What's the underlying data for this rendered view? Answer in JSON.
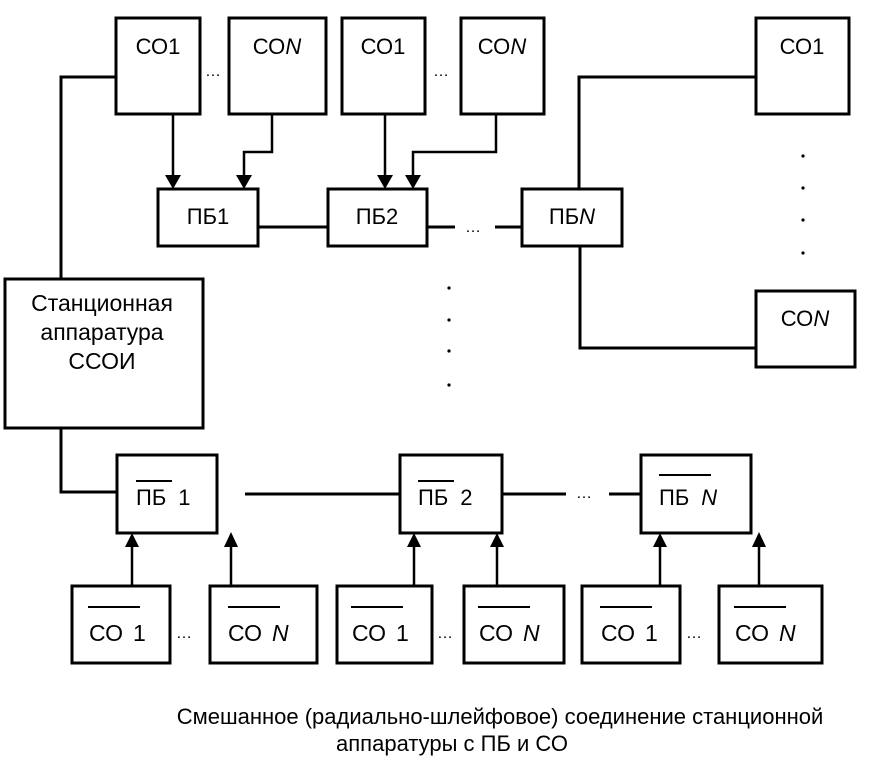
{
  "diagram": {
    "title": "Смешанное (радиально-шлейфовое) соединение станционной аппаратуры с ПБ и СО",
    "caption_line1": "Смешанное (радиально-шлейфовое) соединение станционной",
    "caption_line2": "аппаратуры с ПБ и СО",
    "station": {
      "line1": "Станционная",
      "line2": "аппаратура",
      "line3": "ССОИ"
    },
    "ellipsis": "…",
    "top_co": [
      {
        "prefix": "СО",
        "suffix": "1",
        "suffix_italic": false
      },
      {
        "prefix": "СО",
        "suffix": "N",
        "suffix_italic": true
      },
      {
        "prefix": "СО",
        "suffix": "1",
        "suffix_italic": false
      },
      {
        "prefix": "СО",
        "suffix": "N",
        "suffix_italic": true
      },
      {
        "prefix": "СО",
        "suffix": "1",
        "suffix_italic": false
      }
    ],
    "right_co_last": {
      "prefix": "СО",
      "suffix": "N",
      "suffix_italic": true
    },
    "top_pb": [
      {
        "prefix": "ПБ",
        "suffix": "1",
        "suffix_italic": false
      },
      {
        "prefix": "ПБ",
        "suffix": "2",
        "suffix_italic": false
      },
      {
        "prefix": "ПБ",
        "suffix": "N",
        "suffix_italic": true
      }
    ],
    "bottom_pb": [
      {
        "prefix": "ПБ",
        "suffix": "1",
        "suffix_italic": false,
        "overlined": true
      },
      {
        "prefix": "ПБ",
        "suffix": "2",
        "suffix_italic": false,
        "overlined": true
      },
      {
        "prefix": "ПБ",
        "suffix": "N",
        "suffix_italic": true,
        "overlined": true
      }
    ],
    "bottom_co": [
      {
        "prefix": "СО",
        "suffix": "1",
        "suffix_italic": false,
        "overlined": true
      },
      {
        "prefix": "СО",
        "suffix": "N",
        "suffix_italic": true,
        "overlined": true
      },
      {
        "prefix": "СО",
        "suffix": "1",
        "suffix_italic": false,
        "overlined": true
      },
      {
        "prefix": "СО",
        "suffix": "N",
        "suffix_italic": true,
        "overlined": true
      },
      {
        "prefix": "СО",
        "suffix": "1",
        "suffix_italic": false,
        "overlined": true
      },
      {
        "prefix": "СО",
        "suffix": "N",
        "suffix_italic": true,
        "overlined": true
      }
    ],
    "connections": [
      {
        "from": "station",
        "to": "top_co.0",
        "type": "line"
      },
      {
        "from": "top_co.0",
        "to": "top_pb.0",
        "type": "arrow"
      },
      {
        "from": "top_co.1",
        "to": "top_pb.0",
        "type": "arrow"
      },
      {
        "from": "top_co.2",
        "to": "top_pb.1",
        "type": "arrow"
      },
      {
        "from": "top_co.3",
        "to": "top_pb.1",
        "type": "arrow"
      },
      {
        "from": "top_pb.0",
        "to": "top_pb.1",
        "type": "line"
      },
      {
        "from": "top_pb.1",
        "to": "top_pb.2",
        "type": "line-dotted"
      },
      {
        "from": "top_pb.2",
        "to": "top_co.4",
        "type": "line"
      },
      {
        "from": "top_pb.2",
        "to": "right_co_last",
        "type": "line"
      },
      {
        "from": "station",
        "to": "bottom_pb.0",
        "type": "line"
      },
      {
        "from": "bottom_pb.0",
        "to": "bottom_pb.1",
        "type": "line"
      },
      {
        "from": "bottom_pb.1",
        "to": "bottom_pb.2",
        "type": "line-dotted"
      },
      {
        "from": "bottom_co.0",
        "to": "bottom_pb.0",
        "type": "arrow"
      },
      {
        "from": "bottom_co.1",
        "to": "bottom_pb.0",
        "type": "arrow"
      },
      {
        "from": "bottom_co.2",
        "to": "bottom_pb.1",
        "type": "arrow"
      },
      {
        "from": "bottom_co.3",
        "to": "bottom_pb.1",
        "type": "arrow"
      },
      {
        "from": "bottom_co.4",
        "to": "bottom_pb.2",
        "type": "arrow"
      },
      {
        "from": "bottom_co.5",
        "to": "bottom_pb.2",
        "type": "arrow"
      }
    ]
  }
}
